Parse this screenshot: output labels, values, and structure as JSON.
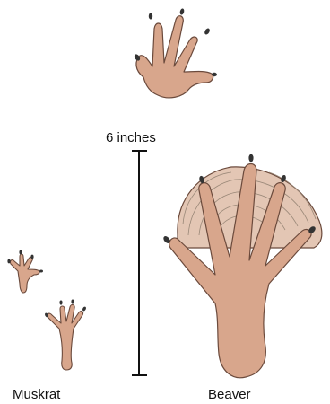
{
  "diagram": {
    "scale_label": "6 inches",
    "animals": {
      "muskrat": "Muskrat",
      "beaver": "Beaver"
    }
  },
  "colors": {
    "track_fill": "#d8a68c",
    "track_outline": "#6b4a3c",
    "claw": "#333333",
    "web_lines": "#9a8878",
    "scale_bar": "#111111"
  }
}
